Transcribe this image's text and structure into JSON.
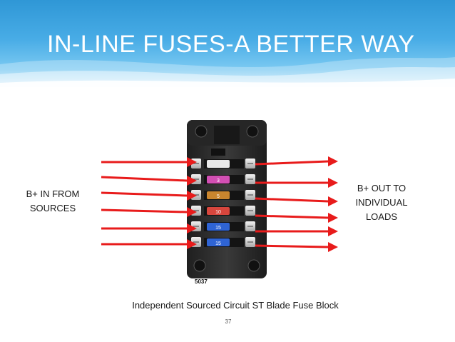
{
  "slide": {
    "title": "IN-LINE FUSES-A BETTER WAY",
    "left_label": [
      "B+ IN FROM",
      "SOURCES"
    ],
    "right_label": [
      "B+ OUT TO",
      "INDIVIDUAL",
      "LOADS"
    ],
    "caption": "Independent Sourced Circuit ST Blade Fuse Block",
    "page_number": "37"
  },
  "fuse_block": {
    "model_number": "5037",
    "fuses": [
      {
        "rating": "",
        "color": "#e8e8e8"
      },
      {
        "rating": "3",
        "color": "#d24fb3"
      },
      {
        "rating": "5",
        "color": "#c9852e"
      },
      {
        "rating": "10",
        "color": "#d7463d"
      },
      {
        "rating": "15",
        "color": "#2f64d4"
      },
      {
        "rating": "15",
        "color": "#2f64d4"
      }
    ]
  },
  "colors": {
    "arrow": "#e81b1b",
    "header": "#3a9fdc",
    "block_body": "#2e2e2e"
  }
}
